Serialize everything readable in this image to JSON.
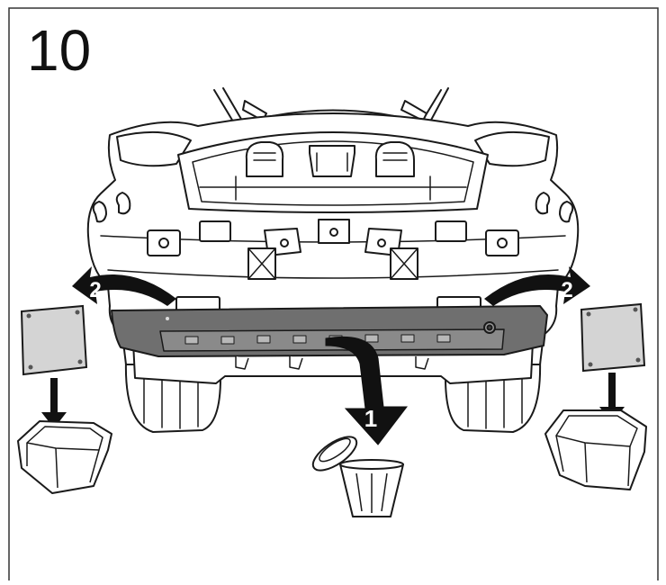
{
  "step": {
    "number": "10"
  },
  "arrows": {
    "bin_label": "1",
    "left_label": "2",
    "right_label": "2"
  },
  "colors": {
    "line": "#1a1a1a",
    "arrow": "#111111",
    "beam": "#6f6f6f",
    "plate": "#d4d4d4",
    "page": "#ffffff"
  }
}
